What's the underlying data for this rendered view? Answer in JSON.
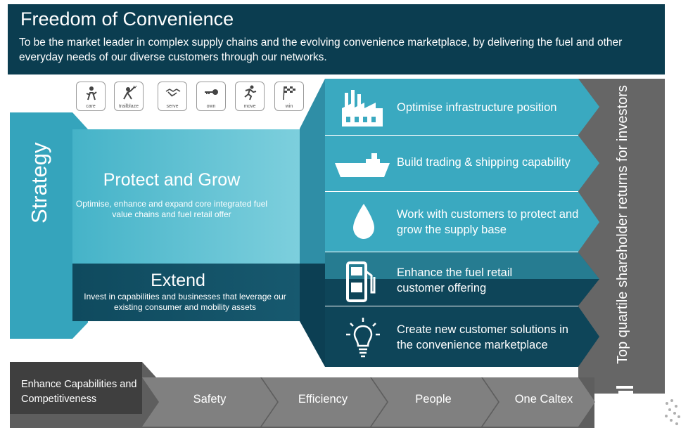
{
  "header": {
    "title": "Freedom of Convenience",
    "subtitle": "To be the market leader in complex supply chains and the evolving convenience marketplace, by delivering the fuel and other everyday needs of our diverse customers through our networks."
  },
  "values": [
    {
      "label": "care",
      "icon": "care-icon"
    },
    {
      "label": "trailblaze",
      "icon": "trailblaze-icon"
    },
    {
      "label": "serve",
      "icon": "handshake-icon"
    },
    {
      "label": "own",
      "icon": "key-icon"
    },
    {
      "label": "move",
      "icon": "running-person-icon"
    },
    {
      "label": "win",
      "icon": "checkered-flag-icon"
    }
  ],
  "strategy": {
    "label": "Strategy",
    "protect_grow": {
      "title": "Protect and Grow",
      "description": "Optimise, enhance and expand core integrated fuel value chains and fuel retail offer"
    },
    "extend": {
      "title": "Extend",
      "description": "Invest in capabilities and businesses that leverage our existing consumer and mobility assets"
    }
  },
  "initiatives": [
    {
      "text": "Optimise infrastructure position",
      "icon": "factory-icon"
    },
    {
      "text": "Build trading & shipping capability",
      "icon": "ship-icon"
    },
    {
      "text": "Work with customers to protect and grow the supply base",
      "icon": "droplet-icon"
    },
    {
      "text": "Enhance the fuel retail customer offering",
      "icon": "fuel-pump-icon"
    },
    {
      "text": "Create new customer solutions in the convenience marketplace",
      "icon": "lightbulb-icon"
    }
  ],
  "outcome": "Top quartile shareholder returns for investors",
  "foundation": {
    "label": "Enhance Capabilities and Competitiveness",
    "pillars": [
      "Safety",
      "Efficiency",
      "People",
      "One Caltex"
    ]
  },
  "colors": {
    "header": "#0b3d50",
    "teal": "#3aa9c0",
    "teal_light": "#6bc6d6",
    "dark_teal": "#0e4559",
    "grey": "#6b6b6b",
    "dark_grey": "#454545"
  }
}
